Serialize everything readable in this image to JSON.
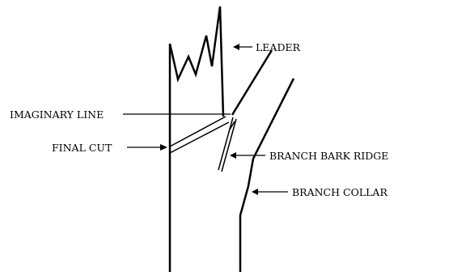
{
  "labels": {
    "leader": "LEADER",
    "imaginary_line": "IMAGINARY LINE",
    "final_cut": "FINAL CUT",
    "branch_bark_ridge": "BRANCH BARK RIDGE",
    "branch_collar": "BRANCH COLLAR"
  },
  "colors": {
    "ink": "#000000",
    "background": "#ffffff"
  }
}
